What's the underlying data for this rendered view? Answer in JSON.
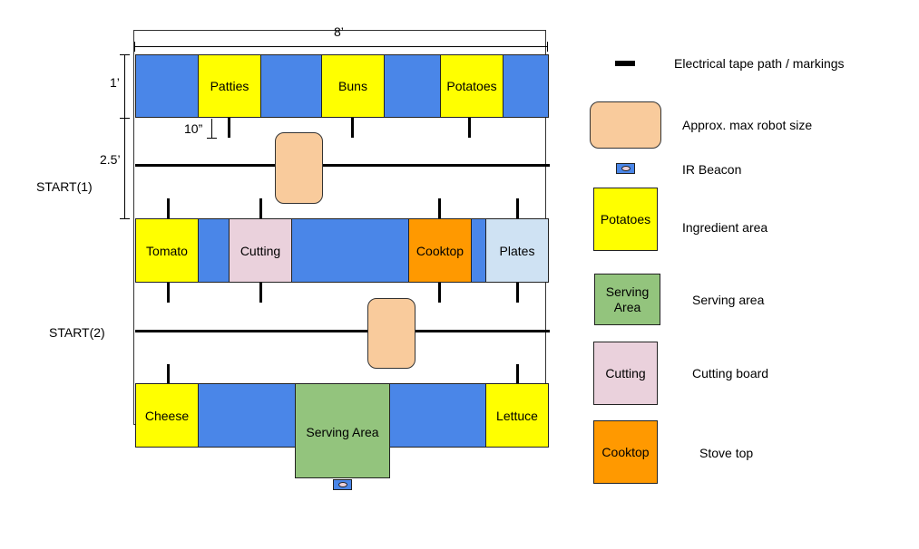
{
  "dimensions": {
    "width_label": "8’",
    "row_height_label": "1’",
    "gap_label": "2.5’",
    "tick_label": "10”"
  },
  "start_labels": {
    "start1": "START(1)",
    "start2": "START(2)"
  },
  "row1": {
    "patties": "Patties",
    "buns": "Buns",
    "potatoes": "Potatoes"
  },
  "row2": {
    "tomato": "Tomato",
    "cutting": "Cutting",
    "cooktop": "Cooktop",
    "plates": "Plates"
  },
  "row3": {
    "cheese": "Cheese",
    "serving_area": "Serving Area",
    "lettuce": "Lettuce"
  },
  "legend": {
    "tape": "Electrical tape path / markings",
    "robot": "Approx. max robot size",
    "beacon": "IR Beacon",
    "ingredient_sample": "Potatoes",
    "ingredient": "Ingredient area",
    "serving_sample": "Serving Area",
    "serving": "Serving area",
    "cutting_sample": "Cutting",
    "cutting": "Cutting board",
    "cooktop_sample": "Cooktop",
    "stove": "Stove top"
  },
  "colors": {
    "counter_blue": "#4a86e8",
    "ingredient_yellow": "#ffff00",
    "serving_green": "#93c47d",
    "cutting_pink": "#ead1dc",
    "cooktop_orange": "#ff9900",
    "plates_light_blue": "#cfe2f3",
    "robot_peach": "#f9cb9c"
  },
  "icons": {
    "beacon": "ir-beacon-icon"
  }
}
